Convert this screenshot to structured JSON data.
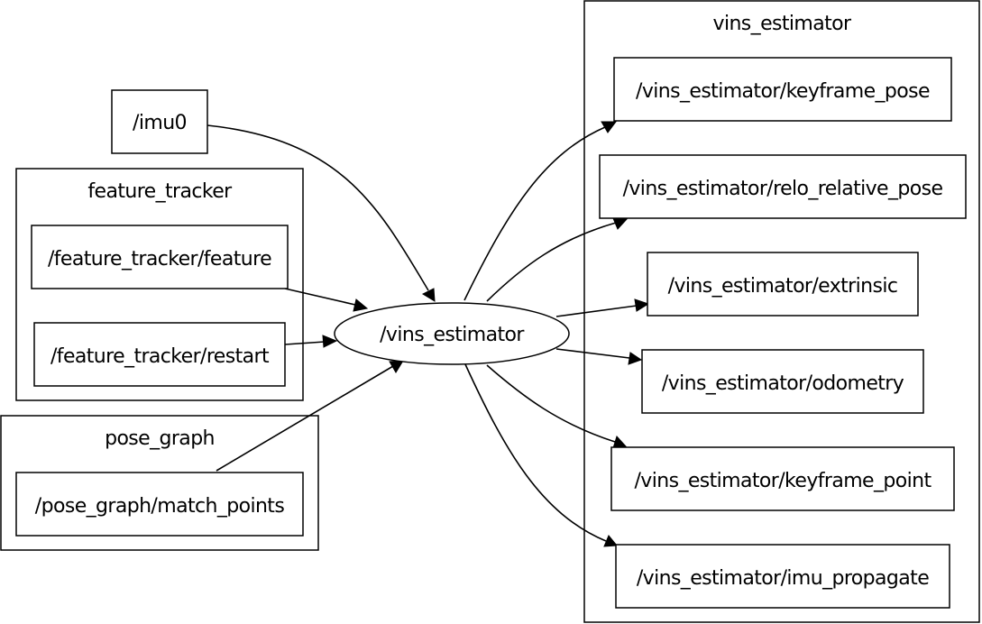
{
  "clusters": {
    "feature_tracker": "feature_tracker",
    "pose_graph": "pose_graph",
    "vins_estimator": "vins_estimator"
  },
  "nodes": {
    "imu0": "/imu0",
    "feature": "/feature_tracker/feature",
    "restart": "/feature_tracker/restart",
    "match_points": "/pose_graph/match_points",
    "vins_estimator": "/vins_estimator",
    "keyframe_pose": "/vins_estimator/keyframe_pose",
    "relo_relative_pose": "/vins_estimator/relo_relative_pose",
    "extrinsic": "/vins_estimator/extrinsic",
    "odometry": "/vins_estimator/odometry",
    "keyframe_point": "/vins_estimator/keyframe_point",
    "imu_propagate": "/vins_estimator/imu_propagate"
  },
  "edges": [
    {
      "from": "/imu0",
      "to": "/vins_estimator"
    },
    {
      "from": "/feature_tracker/feature",
      "to": "/vins_estimator"
    },
    {
      "from": "/feature_tracker/restart",
      "to": "/vins_estimator"
    },
    {
      "from": "/pose_graph/match_points",
      "to": "/vins_estimator"
    },
    {
      "from": "/vins_estimator",
      "to": "/vins_estimator/keyframe_pose"
    },
    {
      "from": "/vins_estimator",
      "to": "/vins_estimator/relo_relative_pose"
    },
    {
      "from": "/vins_estimator",
      "to": "/vins_estimator/extrinsic"
    },
    {
      "from": "/vins_estimator",
      "to": "/vins_estimator/odometry"
    },
    {
      "from": "/vins_estimator",
      "to": "/vins_estimator/keyframe_point"
    },
    {
      "from": "/vins_estimator",
      "to": "/vins_estimator/imu_propagate"
    }
  ]
}
